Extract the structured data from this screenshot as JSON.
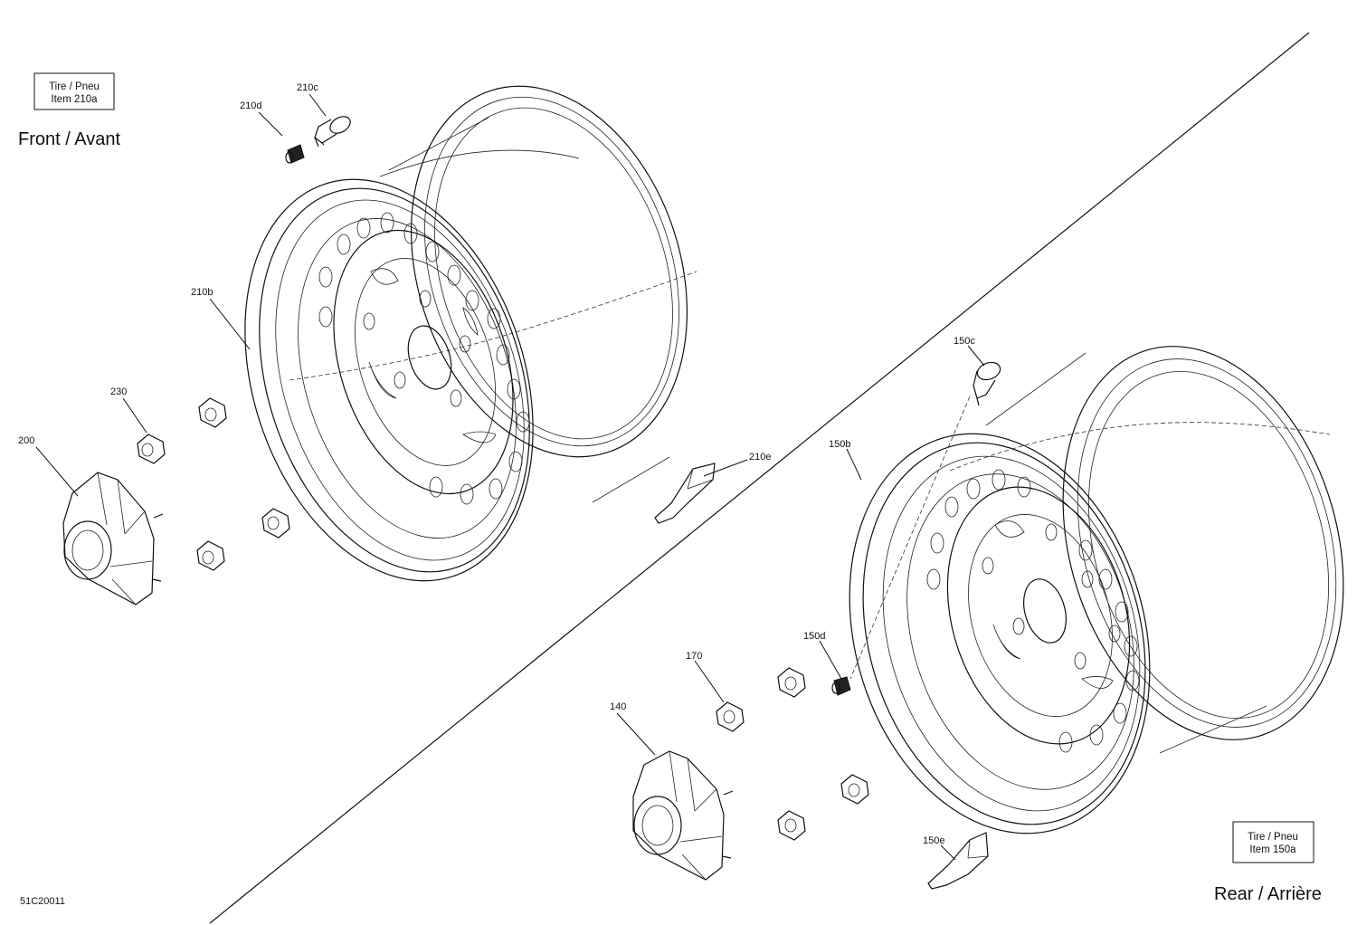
{
  "sections": {
    "front": {
      "title": "Front / Avant"
    },
    "rear": {
      "title": "Rear / Arrière"
    }
  },
  "notes": {
    "front_tire": {
      "line1": "Tire / Pneu",
      "line2": "Item 210a"
    },
    "rear_tire": {
      "line1": "Tire / Pneu",
      "line2": "Item 150a"
    }
  },
  "callouts": {
    "c210c": "210c",
    "c210d": "210d",
    "c210b": "210b",
    "c230": "230",
    "c200": "200",
    "c210e": "210e",
    "c150c": "150c",
    "c150b": "150b",
    "c150d": "150d",
    "c170": "170",
    "c140": "140",
    "c150e": "150e"
  },
  "drawing_code": "51C20011"
}
